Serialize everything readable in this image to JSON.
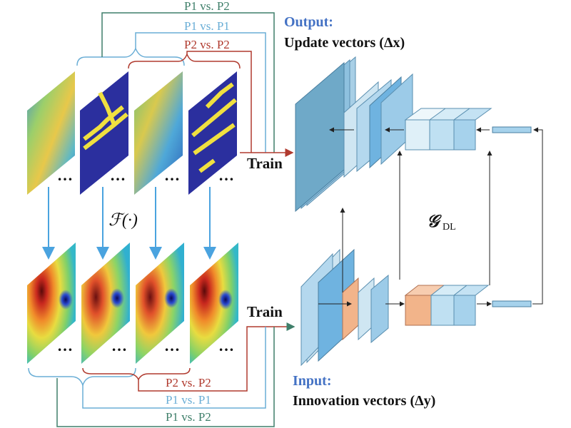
{
  "top_group": {
    "comparisons": [
      "P1 vs. P2",
      "P1 vs. P1",
      "P2 vs. P2"
    ],
    "output_title": "Output:",
    "output_label": "Update vectors (Δx)",
    "train_label": "Train",
    "ellipsis": "…"
  },
  "bottom_group": {
    "comparisons": [
      "P2 vs. P2",
      "P1 vs. P1",
      "P1 vs. P2"
    ],
    "input_title": "Input:",
    "input_label": "Innovation vectors (Δy)",
    "train_label": "Train"
  },
  "operator_label": "ℱ(·)",
  "network_label": "𝒢",
  "network_subscript": "DL",
  "colors": {
    "green": "#3f7f6a",
    "light_blue": "#6aaed6",
    "red": "#b03a2e",
    "title_blue": "#4472c4",
    "arrow_blue": "#4aa3df"
  }
}
